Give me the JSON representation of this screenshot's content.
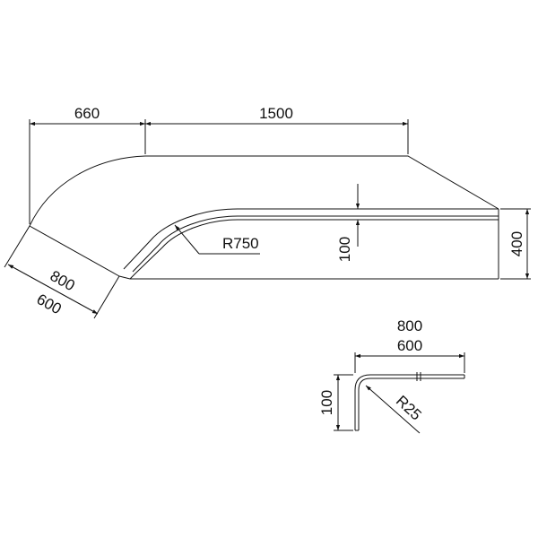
{
  "drawing": {
    "top_left_width": "660",
    "top_main_length": "1500",
    "radius_large": "R750",
    "flange_height": "100",
    "total_height": "400",
    "end_width_outer": "800",
    "end_width_inner": "600"
  },
  "section_detail": {
    "width_outer": "800",
    "width_inner": "600",
    "height": "100",
    "bend_radius": "R25"
  }
}
